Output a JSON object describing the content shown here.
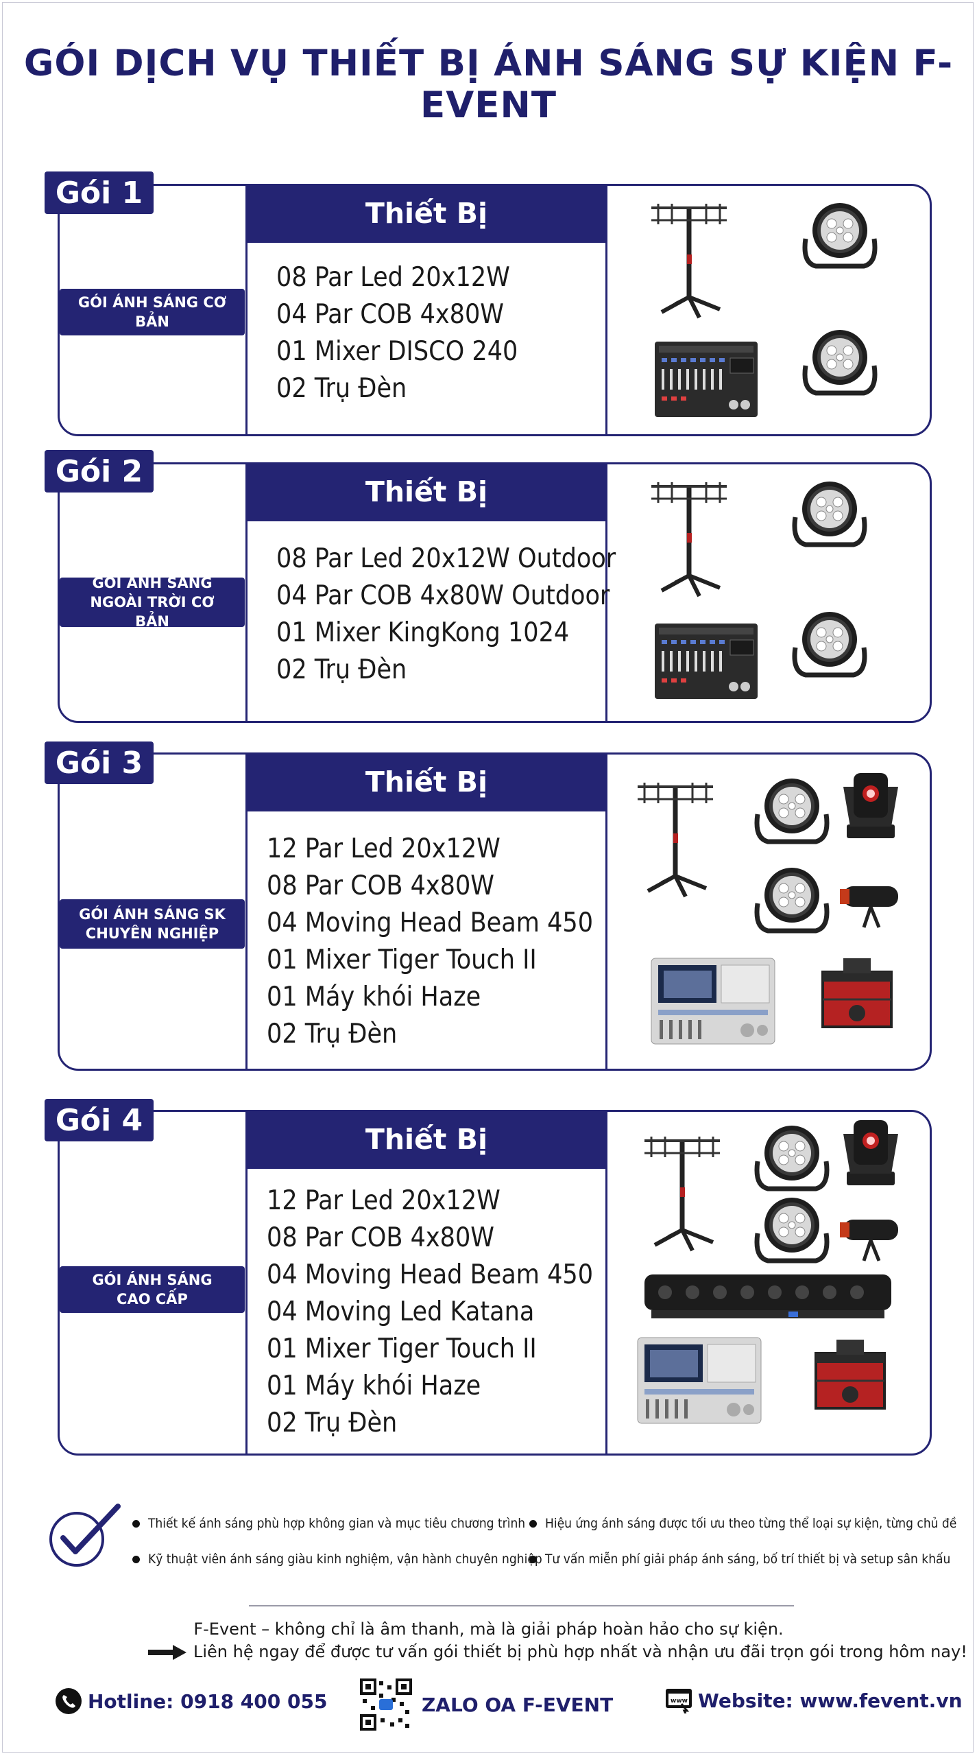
{
  "title": "GÓI DỊCH VỤ THIẾT BỊ ÁNH SÁNG SỰ KIỆN F-EVENT",
  "equipment_header": "Thiết Bị",
  "packages": [
    {
      "badge": "Gói 1",
      "name": "GÓI ÁNH SÁNG CƠ BẢN",
      "items": [
        "08 Par Led 20x12W",
        "04 Par COB 4x80W",
        "01 Mixer DISCO 240",
        "02 Trụ Đèn"
      ]
    },
    {
      "badge": "Gói 2",
      "name": "GÓI ÁNH SÁNG NGOÀI TRỜI CƠ BẢN",
      "items": [
        "08 Par Led 20x12W Outdoor",
        "04 Par COB 4x80W Outdoor",
        "01 Mixer KingKong 1024",
        "02 Trụ Đèn"
      ]
    },
    {
      "badge": "Gói 3",
      "name": "GÓI ÁNH SÁNG SK CHUYÊN NGHIỆP",
      "items": [
        "12 Par Led 20x12W",
        "08 Par COB 4x80W",
        "04 Moving Head Beam 450",
        "01 Mixer Tiger Touch II",
        "01 Máy khói Haze",
        "02 Trụ Đèn"
      ]
    },
    {
      "badge": "Gói 4",
      "name": "GÓI ÁNH SÁNG CAO CẤP",
      "items": [
        "12 Par Led 20x12W",
        "08 Par COB 4x80W",
        "04 Moving Head Beam 450",
        "04 Moving Led Katana",
        "01 Mixer Tiger Touch II",
        "01 Máy khói Haze",
        "02 Trụ Đèn"
      ]
    }
  ],
  "features": [
    "Thiết kế ánh sáng phù hợp không gian và mục tiêu chương trình",
    "Hiệu ứng ánh sáng được tối ưu theo từng thể loại sự kiện, từng chủ đề",
    "Kỹ thuật viên ánh sáng giàu kinh nghiệm, vận hành chuyên nghiệp",
    "Tư vấn miễn phí giải pháp ánh sáng, bố trí thiết bị và setup sân khấu"
  ],
  "tagline_1": "F-Event – không chỉ là âm thanh, mà là giải pháp hoàn hảo cho sự kiện.",
  "tagline_2": "Liên hệ ngay để được tư vấn gói thiết bị phù hợp nhất và nhận ưu đãi trọn gói trong hôm nay!",
  "hotline": "Hotline: 0918 400 055",
  "zalo": "ZALO OA F-EVENT",
  "website": "Website: www.fevent.vn",
  "colors": {
    "navy": "#242473",
    "title": "#1f1f6b"
  }
}
